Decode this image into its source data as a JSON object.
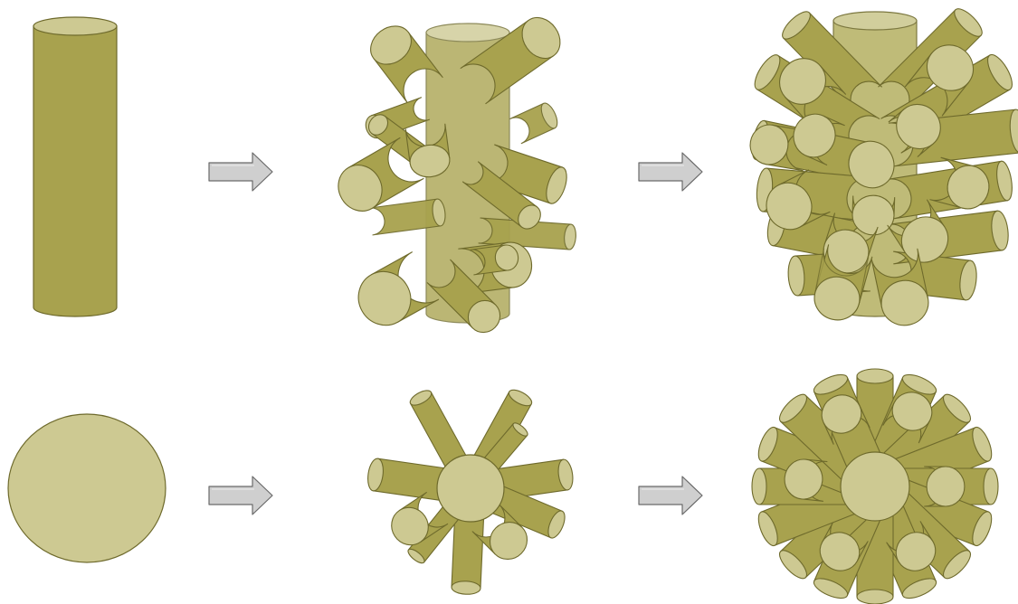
{
  "colors": {
    "body": "#a8a24e",
    "body_light": "#b9b46a",
    "cap": "#cdc992",
    "stroke": "#6e6a2c",
    "arrow_fill": "#cfcfcf",
    "arrow_stroke": "#6a6a6a"
  },
  "diagram": {
    "rows": [
      {
        "view": "side",
        "stages": [
          "single-cylinder",
          "partial-branches",
          "full-branches"
        ]
      },
      {
        "view": "top",
        "stages": [
          "single-cylinder",
          "partial-branches",
          "full-branches"
        ]
      }
    ],
    "arrows": [
      {
        "from_stage": 1,
        "to_stage": 2,
        "direction": "right",
        "icon": "right-arrow-icon"
      },
      {
        "from_stage": 2,
        "to_stage": 3,
        "direction": "right",
        "icon": "right-arrow-icon"
      }
    ]
  }
}
